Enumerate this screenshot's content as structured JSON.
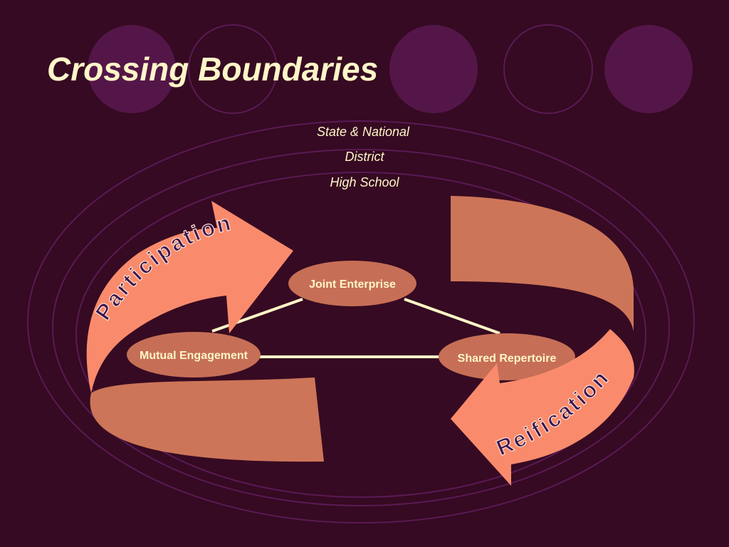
{
  "slide": {
    "title": "Crossing Boundaries"
  },
  "levels": {
    "outer": "State & National",
    "middle": "District",
    "inner": "High School"
  },
  "nodes": {
    "joint_enterprise": "Joint Enterprise",
    "mutual_engagement": "Mutual Engagement",
    "shared_repertoire": "Shared Repertoire"
  },
  "arrows": {
    "participation": "Participation",
    "reification": "Reification"
  },
  "colors": {
    "background": "#360a22",
    "circle_fill": "#541648",
    "ellipse_line": "#5a1a55",
    "node_fill": "#c66f56",
    "arrow_dark": "#cd7558",
    "arrow_light": "#f98b6c",
    "arrow_text": "#3a1550",
    "connector": "#fff6c8",
    "title": "#fff6c8"
  }
}
